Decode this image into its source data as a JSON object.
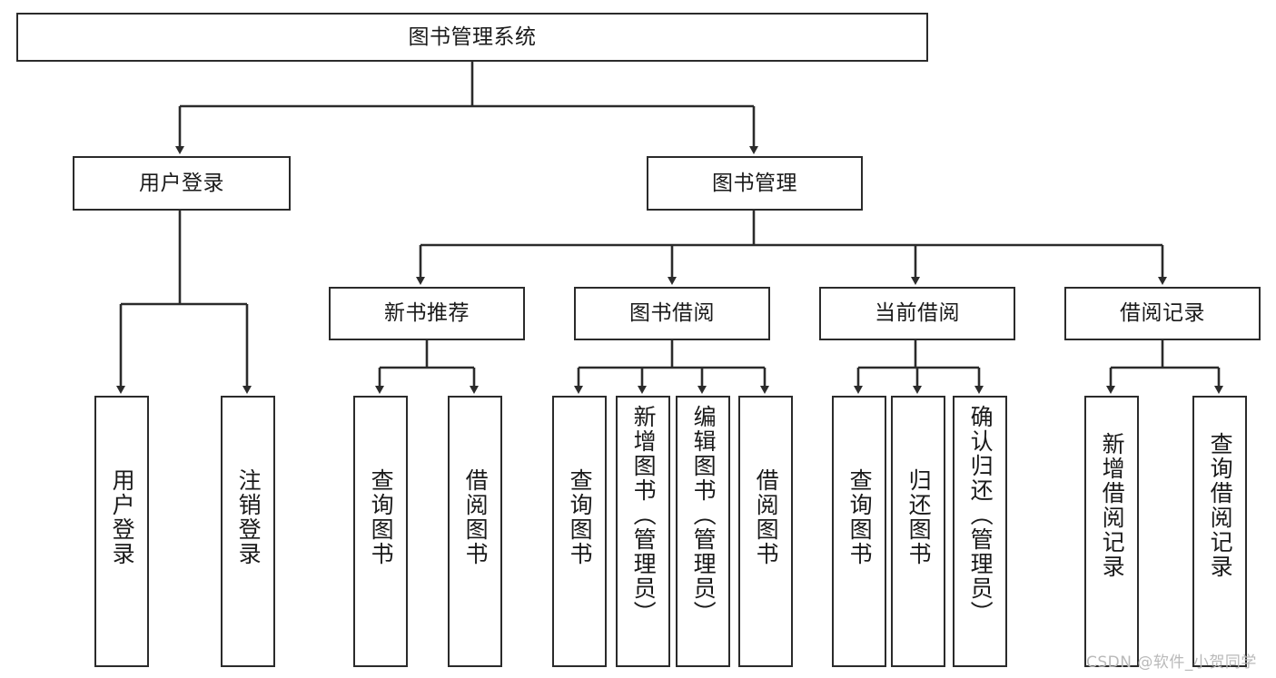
{
  "diagram": {
    "title": "图书管理系统",
    "type": "tree-hierarchy-chart",
    "colors": {
      "stroke": "#2b2b2b",
      "fill": "#ffffff",
      "text": "#1a1a1a",
      "watermark": "#b9b9b9"
    },
    "root": {
      "label": "图书管理系统"
    },
    "level2": [
      {
        "label": "用户登录"
      },
      {
        "label": "图书管理"
      }
    ],
    "level3": [
      {
        "label": "新书推荐"
      },
      {
        "label": "图书借阅"
      },
      {
        "label": "当前借阅"
      },
      {
        "label": "借阅记录"
      }
    ],
    "leaves": {
      "user_login": [
        {
          "label": "用户登录"
        },
        {
          "label": "注销登录"
        }
      ],
      "new_book": [
        {
          "label": "查询图书"
        },
        {
          "label": "借阅图书"
        }
      ],
      "book_borrow": [
        {
          "label": "查询图书"
        },
        {
          "label": "新增图书（管理员）"
        },
        {
          "label": "编辑图书（管理员）"
        },
        {
          "label": "借阅图书"
        }
      ],
      "current_borrow": [
        {
          "label": "查询图书"
        },
        {
          "label": "归还图书"
        },
        {
          "label": "确认归还（管理员）"
        }
      ],
      "borrow_record": [
        {
          "label": "新增借阅记录"
        },
        {
          "label": "查询借阅记录"
        }
      ]
    }
  },
  "watermark": {
    "text": "CSDN @软件_小贺同学"
  }
}
